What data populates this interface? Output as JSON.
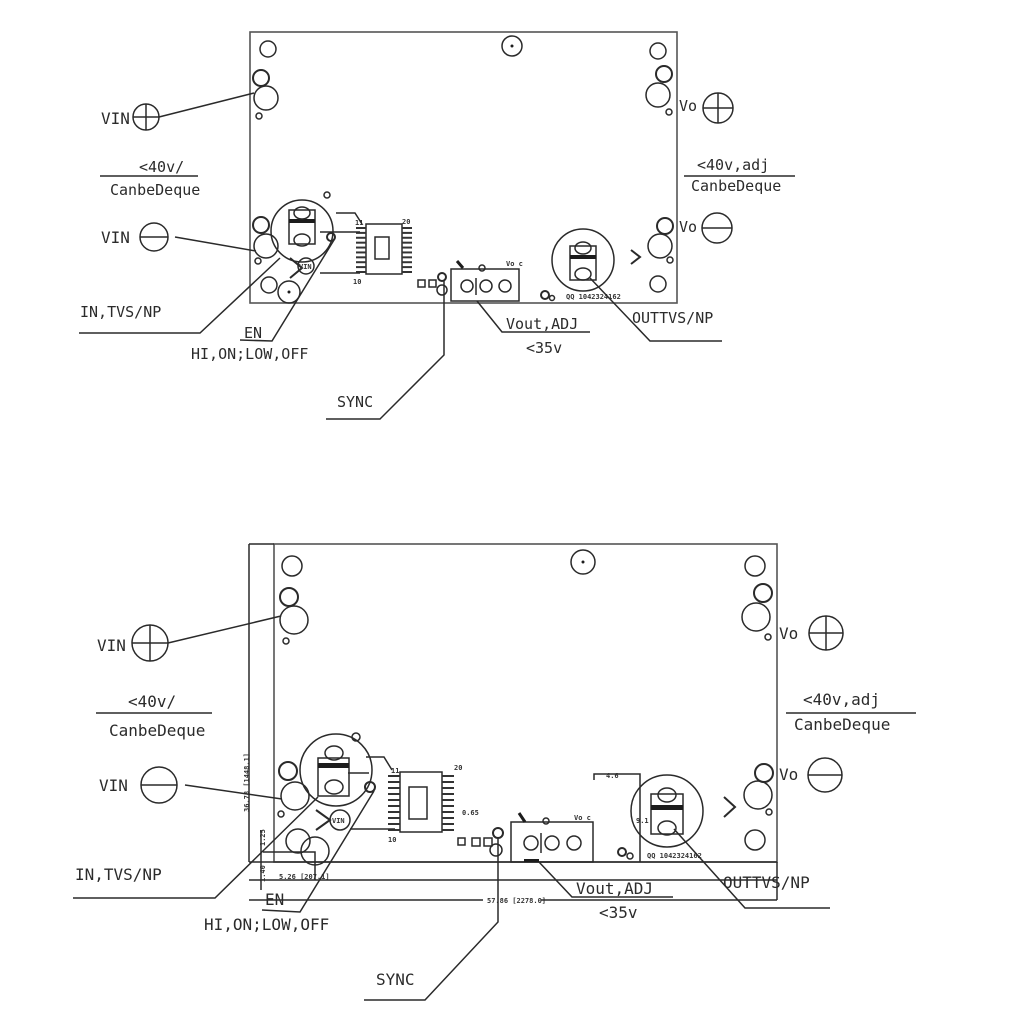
{
  "diagrams": [
    {
      "id": "top",
      "labels": {
        "vin_plus": "VIN",
        "vin_minus": "VIN",
        "input_rating_top": "<40v/",
        "input_rating_bottom": "CanbeDeque",
        "vo_plus": "Vo",
        "vo_minus": "Vo",
        "output_rating_top": "<40v,adj",
        "output_rating_bottom": "CanbeDeque",
        "in_tvs": "IN,TVS/NP",
        "en": "EN",
        "en_states": "HI,ON;LOW,OFF",
        "sync": "SYNC",
        "vout_adj": "Vout,ADJ",
        "vout_limit": "<35v",
        "out_tvs": "OUTTVS/NP",
        "part_number": "QQ 1042324162",
        "ic_pin_20": "20",
        "ic_pin_11": "11",
        "ic_pin_10": "10",
        "vin_marker": "VIN",
        "connector_label": "Vo c"
      }
    },
    {
      "id": "bottom",
      "labels": {
        "vin_plus": "VIN",
        "vin_minus": "VIN",
        "input_rating_top": "<40v/",
        "input_rating_bottom": "CanbeDeque",
        "vo_plus": "Vo",
        "vo_minus": "Vo",
        "output_rating_top": "<40v,adj",
        "output_rating_bottom": "CanbeDeque",
        "in_tvs": "IN,TVS/NP",
        "en": "EN",
        "en_states": "HI,ON;LOW,OFF",
        "sync": "SYNC",
        "vout_adj": "Vout,ADJ",
        "vout_limit": "<35v",
        "out_tvs": "OUTTVS/NP",
        "part_number": "QQ 1042324162",
        "ic_pin_20": "20",
        "ic_pin_11": "11",
        "ic_pin_10": "10",
        "vin_marker": "VIN",
        "connector_label": "Vo c"
      },
      "dimensions": {
        "height": "36.78 [1448.1]",
        "width": "57.86 [2278.0]",
        "offset": "5.26 [207.1]",
        "pitch": "0.65",
        "tvs_width": "4.6",
        "tvs_height": "9.1",
        "small_v1": "1.40",
        "small_v2": "1.25"
      }
    }
  ]
}
